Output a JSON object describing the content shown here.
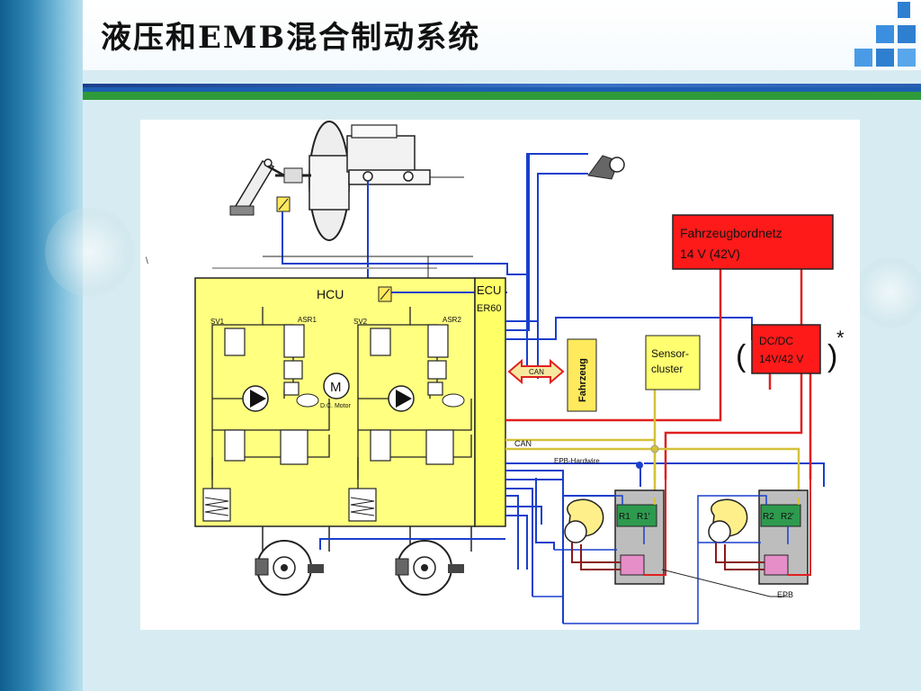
{
  "slide": {
    "title": "液压和EMB混合制动系统"
  },
  "diagram": {
    "hcu_label": "HCU",
    "ecu_label": "ECU",
    "er60_label": "ER60",
    "sv1": "SV1",
    "asr1": "ASR1",
    "sv2": "SV2",
    "asr2": "ASR2",
    "motor_symbol": "M",
    "motor_label": "D.C. Motor",
    "can_arrow_label": "CAN",
    "fahrzeug_label": "Fahrzeug",
    "sensor_cluster_line1": "Sensor-",
    "sensor_cluster_line2": "cluster",
    "power_line1": "Fahrzeugbordnetz",
    "power_line2": "14 V (42V)",
    "dcdc_line1": "DC/DC",
    "dcdc_line2": "14V/42 V",
    "dcdc_paren_left": "(",
    "dcdc_paren_right": ")",
    "asterisk": "*",
    "can_bus_label": "CAN",
    "epb_hardwire_label": "EPB-Hardwire",
    "r1_label": "R1",
    "r1p_label": "R1'",
    "r2_label": "R2",
    "r2p_label": "R2'",
    "epb_label": "EPB",
    "backslash_mark": "\\",
    "colors": {
      "hcu_fill": "#ffff80",
      "ecu_fill": "#ffff66",
      "power_fill": "#ff1a1a",
      "wire_blue": "#1a3fcc",
      "wire_red": "#e02020",
      "wire_yellow": "#d4c23a",
      "ecu_box_fill": "#2e9a4e",
      "module_fill": "#bdbdbd",
      "pink_fill": "#e58ec8"
    }
  }
}
